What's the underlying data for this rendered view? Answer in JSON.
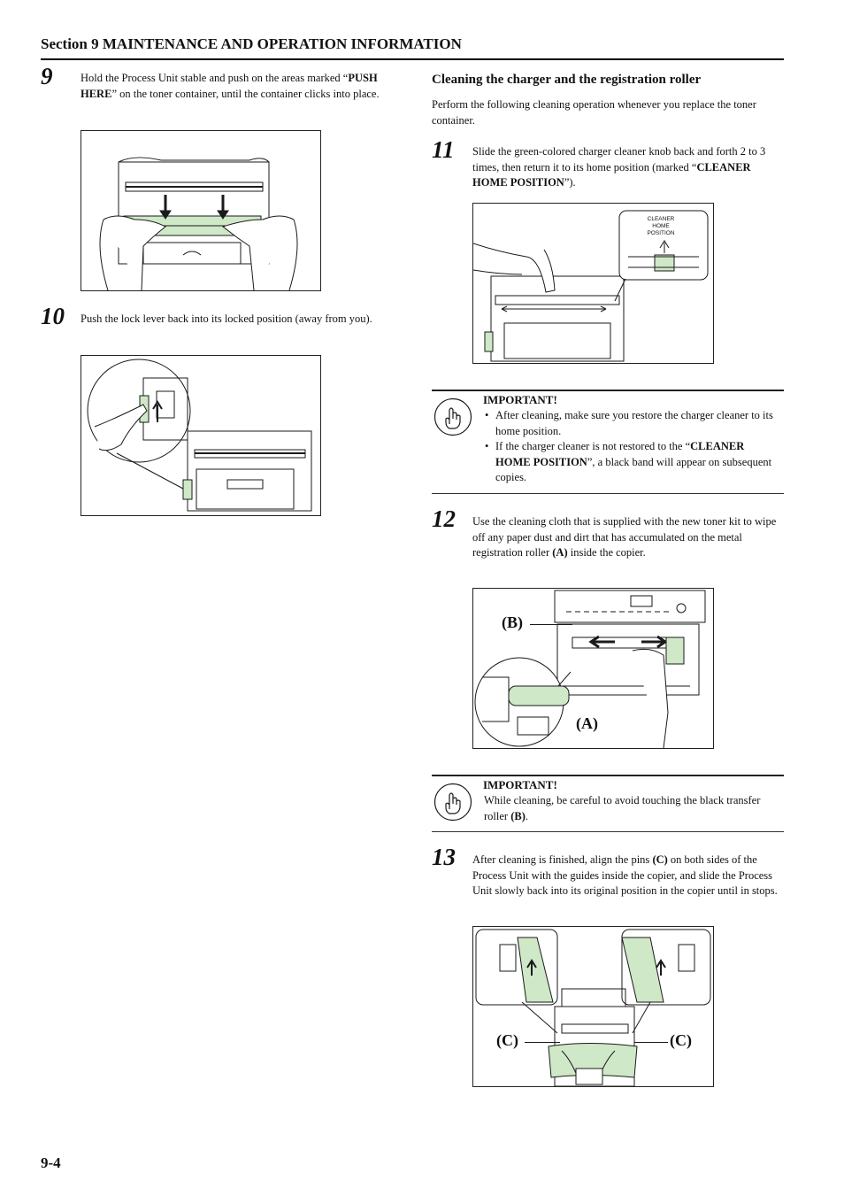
{
  "header": {
    "title": "Section 9  MAINTENANCE AND OPERATION INFORMATION"
  },
  "steps": {
    "s9": {
      "number": "9",
      "text_a": "Hold the Process Unit stable and push on the areas marked “",
      "bold": "PUSH HERE",
      "text_b": "” on the toner container, until the container clicks into place."
    },
    "s10": {
      "number": "10",
      "text": "Push the lock lever back into its locked position (away from you)."
    },
    "s11": {
      "number": "11",
      "text_a": "Slide the green-colored charger cleaner knob back and forth 2 to 3 times, then return it to its home position (marked “",
      "bold": "CLEANER HOME POSITION",
      "text_b": "”).",
      "callout_line1": "CLEANER",
      "callout_line2": "HOME POSITION"
    },
    "s12": {
      "number": "12",
      "text_a": "Use the cleaning cloth that is supplied with the new toner kit to wipe off any paper dust and dirt that has accumulated on the metal registration roller ",
      "bold": "(A)",
      "text_b": " inside the copier.",
      "label_a": "(A)",
      "label_b": "(B)"
    },
    "s13": {
      "number": "13",
      "text_a": "After cleaning is finished, align the pins ",
      "bold": "(C)",
      "text_b": " on both sides of the Process Unit with the guides inside the copier, and slide the Process Unit slowly back into its original position in the copier until in stops.",
      "label_c_left": "(C)",
      "label_c_right": "(C)"
    }
  },
  "section": {
    "title": "Cleaning the charger and the registration roller",
    "intro": "Perform the following cleaning operation whenever you replace the toner container."
  },
  "important1": {
    "title": "IMPORTANT!",
    "item1": "After cleaning, make sure you restore the charger cleaner to its home position.",
    "item2_a": "If the charger cleaner is not restored to the “",
    "item2_bold": "CLEANER HOME POSITION",
    "item2_b": "”, a black band will appear on subsequent copies."
  },
  "important2": {
    "title": "IMPORTANT!",
    "text_a": "While cleaning, be careful to avoid touching the black transfer roller ",
    "bold": "(B)",
    "text_b": "."
  },
  "footer": {
    "page": "9-4"
  },
  "colors": {
    "green": "#cfe8c8",
    "line": "#1a1a1a"
  }
}
